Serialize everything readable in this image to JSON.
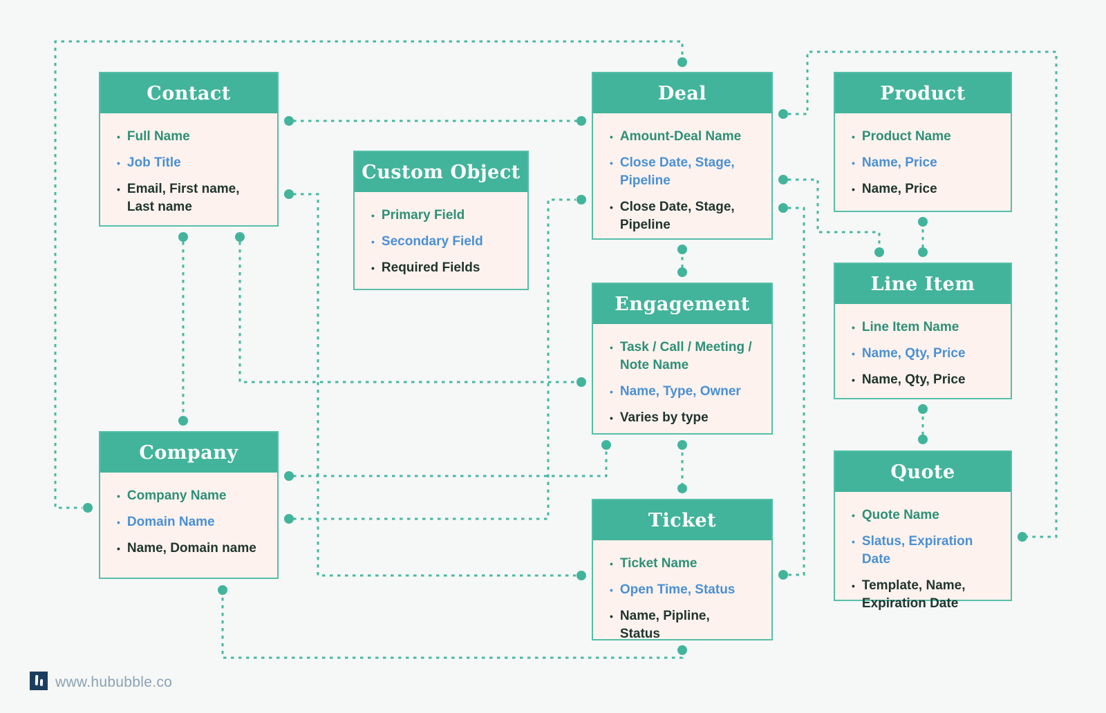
{
  "diagram": {
    "title_region": "CRM object relationship diagram",
    "entities": [
      {
        "id": "contact",
        "title": "Contact",
        "items": [
          {
            "text": "Full Name",
            "style": "teal"
          },
          {
            "text": "Job Title",
            "style": "blue"
          },
          {
            "text": "Email, First name,\nLast name",
            "style": "dark"
          }
        ]
      },
      {
        "id": "custom_object",
        "title": "Custom Object",
        "items": [
          {
            "text": "Primary Field",
            "style": "teal"
          },
          {
            "text": "Secondary Field",
            "style": "blue"
          },
          {
            "text": "Required Fields",
            "style": "dark"
          }
        ]
      },
      {
        "id": "deal",
        "title": "Deal",
        "items": [
          {
            "text": "Amount-Deal Name",
            "style": "teal"
          },
          {
            "text": "Close Date, Stage,\nPipeline",
            "style": "blue"
          },
          {
            "text": "Close Date, Stage,\nPipeline",
            "style": "dark"
          }
        ]
      },
      {
        "id": "product",
        "title": "Product",
        "items": [
          {
            "text": "Product Name",
            "style": "teal"
          },
          {
            "text": "Name, Price",
            "style": "blue"
          },
          {
            "text": "Name, Price",
            "style": "dark"
          }
        ]
      },
      {
        "id": "line_item",
        "title": "Line Item",
        "items": [
          {
            "text": "Line Item Name",
            "style": "teal"
          },
          {
            "text": "Name, Qty, Price",
            "style": "blue"
          },
          {
            "text": "Name, Qty, Price",
            "style": "dark"
          }
        ]
      },
      {
        "id": "engagement",
        "title": "Engagement",
        "items": [
          {
            "text": "Task / Call / Meeting /\nNote Name",
            "style": "teal"
          },
          {
            "text": "Name, Type, Owner",
            "style": "blue"
          },
          {
            "text": "Varies by type",
            "style": "dark"
          }
        ]
      },
      {
        "id": "company",
        "title": "Company",
        "items": [
          {
            "text": "Company Name",
            "style": "teal"
          },
          {
            "text": "Domain Name",
            "style": "blue"
          },
          {
            "text": "Name, Domain name",
            "style": "dark"
          }
        ]
      },
      {
        "id": "ticket",
        "title": "Ticket",
        "items": [
          {
            "text": "Ticket Name",
            "style": "teal"
          },
          {
            "text": "Open Time, Status",
            "style": "blue"
          },
          {
            "text": "Name, Pipline, Status",
            "style": "dark"
          }
        ]
      },
      {
        "id": "quote",
        "title": "Quote",
        "items": [
          {
            "text": "Quote Name",
            "style": "teal"
          },
          {
            "text": "Slatus, Expiration Date",
            "style": "blue"
          },
          {
            "text": "Template, Name,\nExpiration Date",
            "style": "dark"
          }
        ]
      }
    ],
    "connections": [
      {
        "from": "deal-top",
        "to": "company-left"
      },
      {
        "from": "contact-right",
        "to": "deal-left"
      },
      {
        "from": "contact-right-lower",
        "to": "ticket-left"
      },
      {
        "from": "contact-bottom-left",
        "to": "company-top"
      },
      {
        "from": "contact-bottom-right",
        "to": "engagement-left"
      },
      {
        "from": "company-right-lower",
        "to": "deal-left-lower"
      },
      {
        "from": "company-right",
        "to": "engagement-bottom-left"
      },
      {
        "from": "deal-bottom",
        "to": "engagement-top"
      },
      {
        "from": "engagement-bottom",
        "to": "ticket-top"
      },
      {
        "from": "company-bottom",
        "to": "ticket-bottom"
      },
      {
        "from": "deal-right-top",
        "to": "quote-right"
      },
      {
        "from": "deal-right-mid",
        "to": "line-item-top-left"
      },
      {
        "from": "product-bottom",
        "to": "line-item-top"
      },
      {
        "from": "deal-right-bottom",
        "to": "ticket-right"
      },
      {
        "from": "line-item-bottom",
        "to": "quote-top"
      }
    ],
    "colors": {
      "background": "#f6f7f7",
      "header_bg": "#42b49b",
      "box_border": "#54c0a8",
      "box_body_bg": "#fdf2ee",
      "teal_text": "#2d9076",
      "blue_text": "#4a90d4",
      "dark_text": "#20352e",
      "connector": "#45b8a0",
      "logo_bg": "#1c3e5e",
      "footer_text": "#8ba2b3"
    }
  },
  "footer": {
    "url": "www.hububble.co"
  }
}
